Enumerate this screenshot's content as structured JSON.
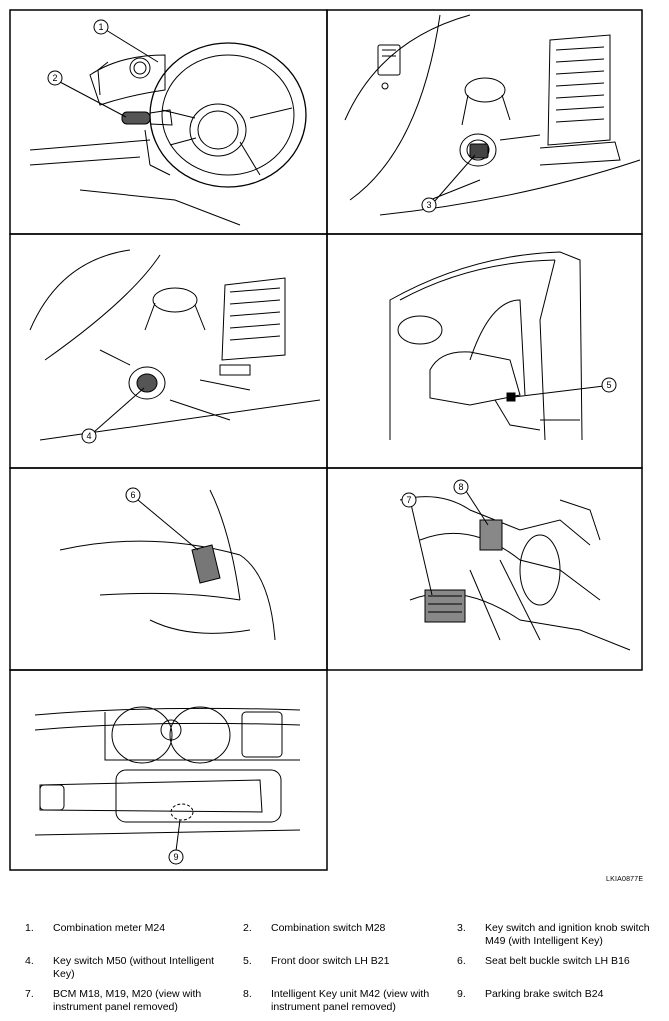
{
  "figure_id": "LKIA0877E",
  "callouts": [
    "1",
    "2",
    "3",
    "4",
    "5",
    "6",
    "7",
    "8",
    "9"
  ],
  "legend": [
    {
      "num": "1.",
      "text": "Combination meter M24"
    },
    {
      "num": "2.",
      "text": "Combination switch M28"
    },
    {
      "num": "3.",
      "text": "Key switch and ignition knob switch M49 (with Intelligent Key)"
    },
    {
      "num": "4.",
      "text": "Key switch M50 (without Intelligent Key)"
    },
    {
      "num": "5.",
      "text": "Front door switch LH B21"
    },
    {
      "num": "6.",
      "text": "Seat belt buckle switch LH B16"
    },
    {
      "num": "7.",
      "text": "BCM M18, M19, M20 (view with instrument panel removed)"
    },
    {
      "num": "8.",
      "text": "Intelligent Key unit M42 (view with instrument panel removed)"
    },
    {
      "num": "9.",
      "text": "Parking brake switch B24"
    }
  ]
}
